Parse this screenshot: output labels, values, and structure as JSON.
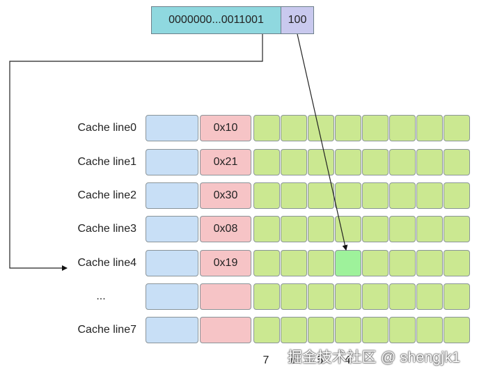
{
  "address": {
    "tag_bits": "0000000...0011001",
    "offset_bits": "100"
  },
  "cache_lines": [
    {
      "label": "Cache line0",
      "tag": "0x10",
      "highlight_byte": null
    },
    {
      "label": "Cache line1",
      "tag": "0x21",
      "highlight_byte": null
    },
    {
      "label": "Cache line2",
      "tag": "0x30",
      "highlight_byte": null
    },
    {
      "label": "Cache line3",
      "tag": "0x08",
      "highlight_byte": null
    },
    {
      "label": "Cache line4",
      "tag": "0x19",
      "highlight_byte": 3
    },
    {
      "label": "...",
      "tag": "",
      "highlight_byte": null
    },
    {
      "label": "Cache line7",
      "tag": "",
      "highlight_byte": null
    }
  ],
  "bytes_per_line": 8,
  "byte_index_labels": [
    "7",
    "6",
    "5",
    "4"
  ],
  "colors": {
    "valid": "#c8dff6",
    "tag": "#f6c4c6",
    "byte": "#cbe891",
    "byte_highlight": "#9ef29b",
    "address_tag": "#8fd8df",
    "address_offset": "#c9c9ee"
  },
  "watermark": "掘金技术社区 @ shengjk1"
}
